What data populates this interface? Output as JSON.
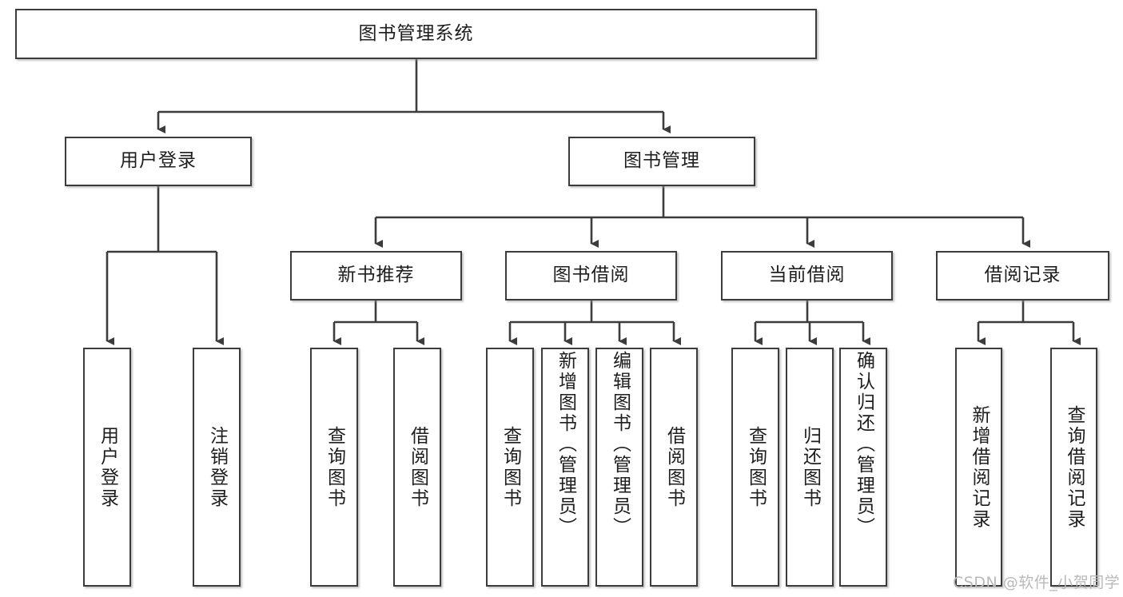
{
  "diagram": {
    "type": "tree-hierarchy",
    "title": "图书管理系统",
    "watermark": "CSDN @软件_小贺同学",
    "colors": {
      "box_border": "#3c3c3c",
      "box_fill": "#ffffff",
      "wire": "#3c3c3c",
      "text": "#1e1e1e",
      "watermark": "#b9b9b9"
    },
    "root": {
      "label": "图书管理系统"
    },
    "level2": [
      {
        "label": "用户登录"
      },
      {
        "label": "图书管理"
      }
    ],
    "level3": [
      {
        "label": "新书推荐"
      },
      {
        "label": "图书借阅"
      },
      {
        "label": "当前借阅"
      },
      {
        "label": "借阅记录"
      }
    ],
    "leaves": {
      "user_login": [
        {
          "label": "用户登录"
        },
        {
          "label": "注销登录"
        }
      ],
      "new_book": [
        {
          "label": "查询图书"
        },
        {
          "label": "借阅图书"
        }
      ],
      "book_borrow": [
        {
          "label": "查询图书"
        },
        {
          "label": "新增图书（管理员）"
        },
        {
          "label": "编辑图书（管理员）"
        },
        {
          "label": "借阅图书"
        }
      ],
      "current_borrow": [
        {
          "label": "查询图书"
        },
        {
          "label": "归还图书"
        },
        {
          "label": "确认归还（管理员）"
        }
      ],
      "borrow_record": [
        {
          "label": "新增借阅记录"
        },
        {
          "label": "查询借阅记录"
        }
      ]
    }
  }
}
